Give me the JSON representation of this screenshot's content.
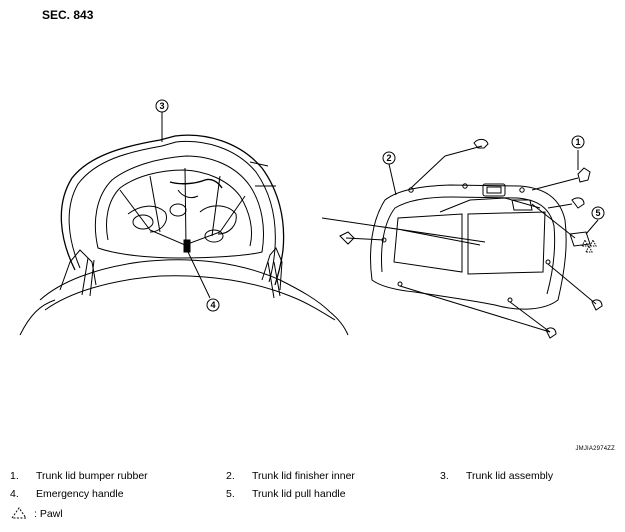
{
  "section": "SEC. 843",
  "figure_code": "JMJIA2974ZZ",
  "callouts": [
    "1",
    "2",
    "3",
    "4",
    "5"
  ],
  "legend": [
    {
      "num": "1.",
      "text": "Trunk lid bumper rubber"
    },
    {
      "num": "2.",
      "text": "Trunk lid finisher inner"
    },
    {
      "num": "3.",
      "text": "Trunk lid assembly"
    },
    {
      "num": "4.",
      "text": "Emergency handle"
    },
    {
      "num": "5.",
      "text": "Trunk lid pull handle"
    }
  ],
  "pawl_label": ": Pawl"
}
